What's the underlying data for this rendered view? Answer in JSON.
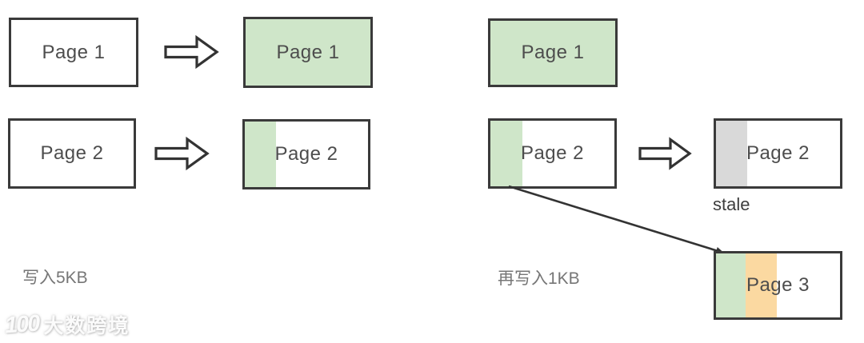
{
  "diagram": {
    "left_group": {
      "caption": "写入5KB",
      "row1": {
        "source_label": "Page 1",
        "target_label": "Page 1"
      },
      "row2": {
        "source_label": "Page 2",
        "target_label": "Page 2"
      }
    },
    "right_group": {
      "caption": "再写入1KB",
      "page1_label": "Page 1",
      "page2_before_label": "Page 2",
      "page2_after_label": "Page 2",
      "stale_tag": "stale",
      "page3_label": "Page 3"
    }
  },
  "colors": {
    "box_border": "#3a3a3a",
    "written_data_green": "#cfe6c9",
    "stale_data_gray": "#d9d9d9",
    "new_write_orange": "#fbd9a1",
    "label_text": "#4d4d4d",
    "caption_text": "#767676"
  },
  "watermark": {
    "logo_text": "100",
    "brand_text": "大数跨境"
  }
}
